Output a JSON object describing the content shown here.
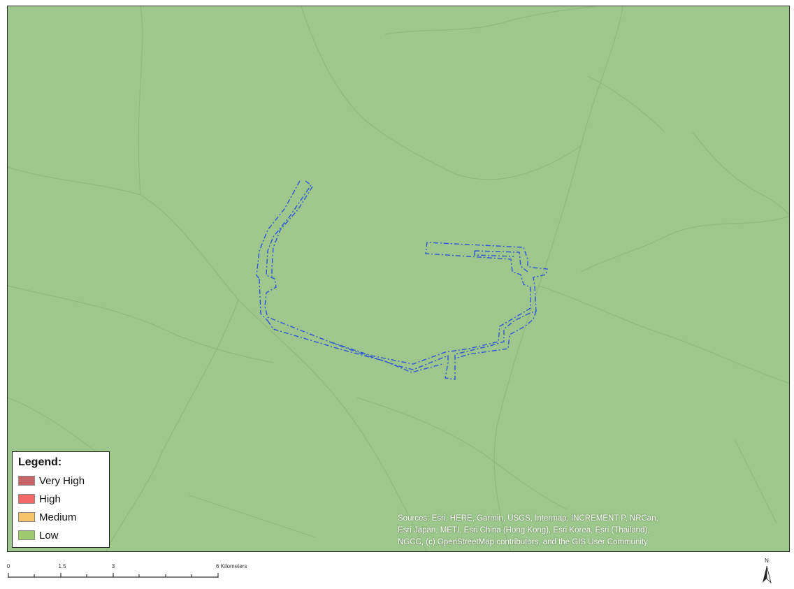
{
  "legend": {
    "title": "Legend:",
    "items": [
      {
        "label": "Very High",
        "color": "#c9646a"
      },
      {
        "label": "High",
        "color": "#f4686a"
      },
      {
        "label": "Medium",
        "color": "#f7c26a"
      },
      {
        "label": "Low",
        "color": "#9fcb6e"
      }
    ]
  },
  "credits": {
    "line1": "Sources: Esri, HERE, Garmin, USGS, Intermap, INCREMENT P, NRCan,",
    "line2": "Esri Japan, METI, Esri China (Hong Kong), Esri Korea, Esri (Thailand),",
    "line3": "NGCC, (c) OpenStreetMap contributors, and the GIS User Community"
  },
  "scale": {
    "labels": [
      "0",
      "1.5",
      "3",
      "6"
    ],
    "unit": "Kilometers"
  },
  "north": {
    "label": "N"
  },
  "colors": {
    "map_background": "#9dc78c",
    "boundary_line": "#2f54d8"
  }
}
